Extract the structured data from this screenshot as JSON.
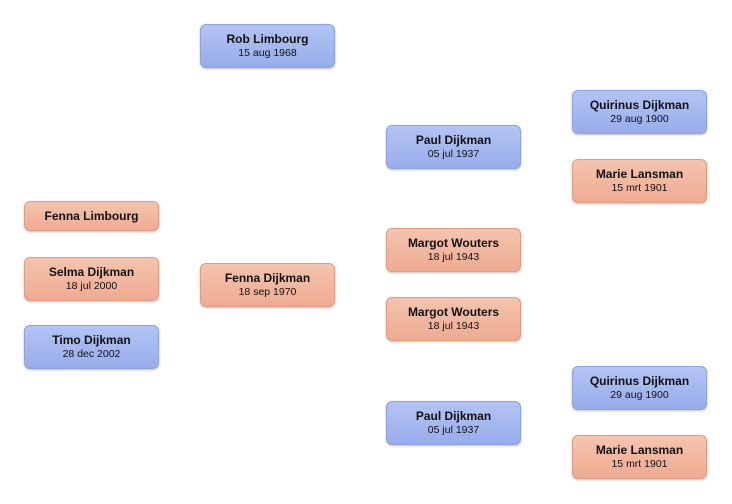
{
  "people": {
    "rob_limbourg": {
      "name": "Rob Limbourg",
      "date": "15 aug 1968"
    },
    "fenna_limbourg": {
      "name": "Fenna Limbourg"
    },
    "selma_dijkman": {
      "name": "Selma Dijkman",
      "date": "18 jul 2000"
    },
    "timo_dijkman": {
      "name": "Timo Dijkman",
      "date": "28 dec 2002"
    },
    "fenna_dijkman": {
      "name": "Fenna Dijkman",
      "date": "18 sep 1970"
    },
    "paul_dijkman_1": {
      "name": "Paul Dijkman",
      "date": "05 jul 1937"
    },
    "margot_wouters_1": {
      "name": "Margot Wouters",
      "date": "18 jul 1943"
    },
    "margot_wouters_2": {
      "name": "Margot Wouters",
      "date": "18 jul 1943"
    },
    "paul_dijkman_2": {
      "name": "Paul Dijkman",
      "date": "05 jul 1937"
    },
    "quirinus_dijkman_1": {
      "name": "Quirinus Dijkman",
      "date": "29 aug 1900"
    },
    "marie_lansman_1": {
      "name": "Marie Lansman",
      "date": "15 mrt 1901"
    },
    "quirinus_dijkman_2": {
      "name": "Quirinus Dijkman",
      "date": "29 aug 1900"
    },
    "marie_lansman_2": {
      "name": "Marie Lansman",
      "date": "15 mrt 1901"
    }
  },
  "colors": {
    "male": "#a5b8ef",
    "female": "#f2b8a0"
  }
}
